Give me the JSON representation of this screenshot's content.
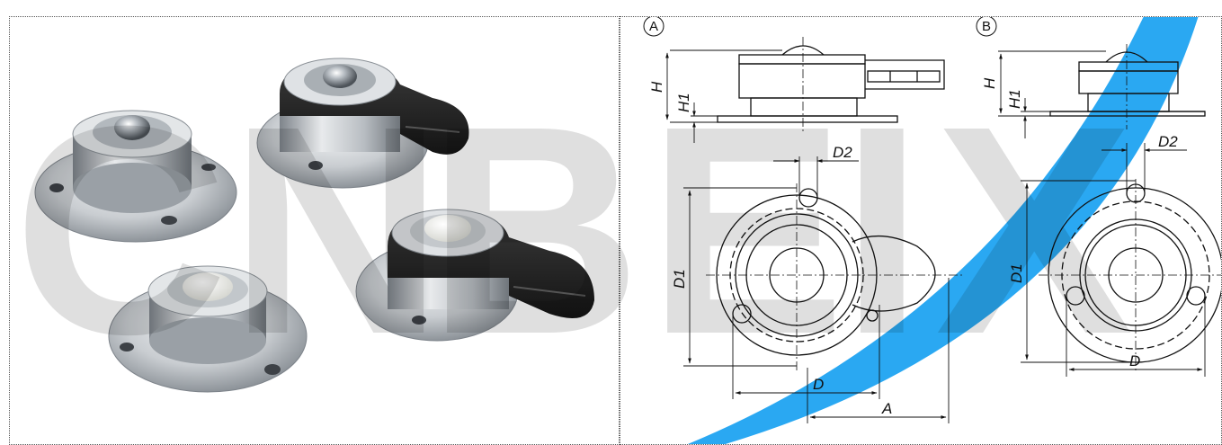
{
  "watermark": {
    "text": "CNBEIX",
    "letters": [
      "C",
      "N",
      "B",
      "E",
      "I",
      "X"
    ],
    "accent_color": "#2aa8f2"
  },
  "views": {
    "a": {
      "marker": "A"
    },
    "b": {
      "marker": "B"
    }
  },
  "dimensions": {
    "height": "H",
    "height_base": "H1",
    "hole_diameter": "D2",
    "flange_diameter": "D1",
    "housing_diameter": "D",
    "lever_length": "A"
  },
  "colors": {
    "metal": "#c9cdd1",
    "metal_dark": "#8b9096",
    "lever": "#262626",
    "ball_steel": "#9aa0a6",
    "ball_plastic": "#ecece6"
  }
}
